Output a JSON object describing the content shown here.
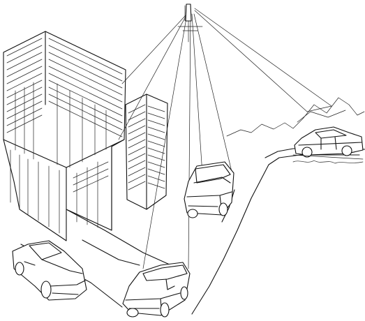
{
  "scene": {
    "kind": "line-art-illustration",
    "subject": "tower-beams-to-cars",
    "line_color": "#111111",
    "background": "#ffffff"
  },
  "elements": [
    "communication-tower",
    "signal-beams",
    "office-building-left",
    "office-building-middle",
    "hills",
    "road",
    "car-bottom-center",
    "car-middle",
    "car-bottom-left",
    "car-far-right"
  ]
}
